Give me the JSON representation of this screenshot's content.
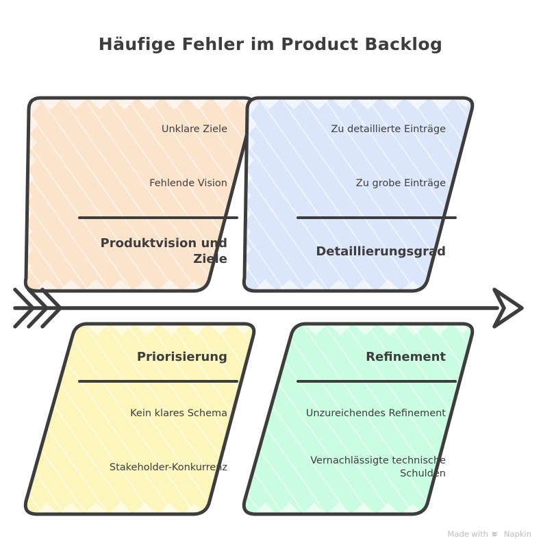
{
  "title": "Häufige Fehler im Product Backlog",
  "colors": {
    "stroke": "#3d3d3d",
    "background": "#ffffff",
    "peach": "#fce3cc",
    "blue": "#dce6fb",
    "yellow": "#fcf5bc",
    "mint": "#c9fce0",
    "text": "#3d3d3d",
    "watermark": "#bdbdbd"
  },
  "arrow": {
    "name": "timeline-arrow",
    "direction": "right",
    "fletching_count": 3
  },
  "cards": [
    {
      "id": "produktvision",
      "heading": "Produktvision und Ziele",
      "heading_position": "bottom",
      "color": "peach",
      "items": [
        "Unklare Ziele",
        "Fehlende Vision"
      ]
    },
    {
      "id": "detaillierung",
      "heading": "Detaillierungsgrad",
      "heading_position": "bottom",
      "color": "blue",
      "items": [
        "Zu detaillierte Einträge",
        "Zu grobe Einträge"
      ]
    },
    {
      "id": "priorisierung",
      "heading": "Priorisierung",
      "heading_position": "top",
      "color": "yellow",
      "items": [
        "Kein klares Schema",
        "Stakeholder-Konkurrenz"
      ]
    },
    {
      "id": "refinement",
      "heading": "Refinement",
      "heading_position": "top",
      "color": "mint",
      "items": [
        "Unzureichendes Refinement",
        "Vernachlässigte technische Schulden"
      ]
    }
  ],
  "watermark": {
    "text": "Made with",
    "brand": "Napkin",
    "logo": "napkin-logo-icon"
  }
}
